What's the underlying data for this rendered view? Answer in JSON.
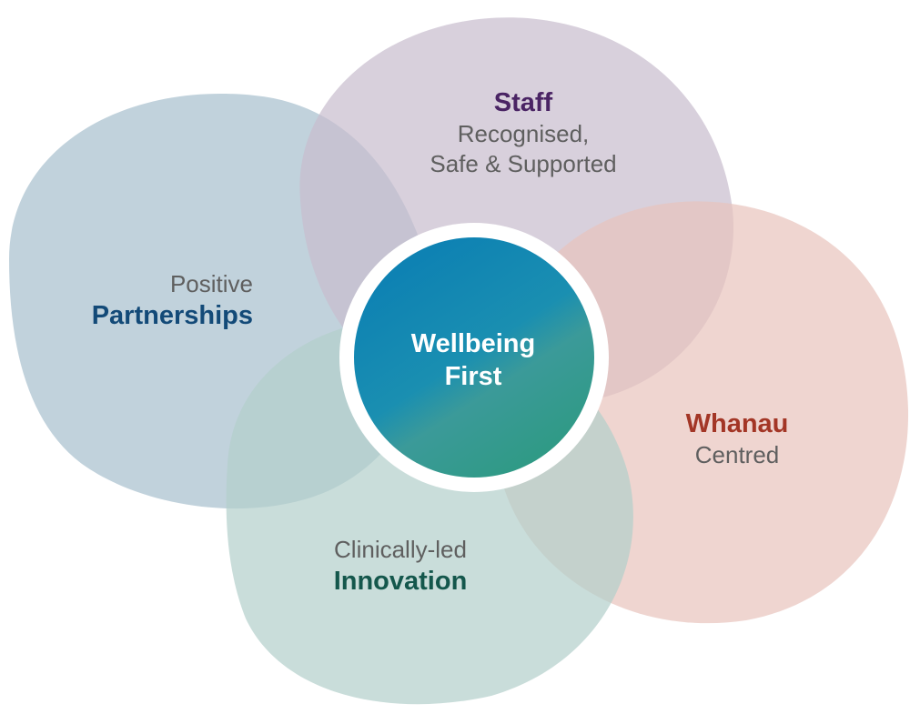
{
  "diagram": {
    "center": {
      "line1": "Wellbeing",
      "line2": "First"
    },
    "segments": {
      "staff": {
        "title": "Staff",
        "subtitle_line1": "Recognised,",
        "subtitle_line2": "Safe & Supported",
        "fill": "#c7bccd",
        "title_color": "#4a2464"
      },
      "partnerships": {
        "prefix": "Positive",
        "title": "Partnerships",
        "fill": "#a7bfcd",
        "title_color": "#134a78"
      },
      "whanau": {
        "title": "Whanau",
        "subtitle": "Centred",
        "fill": "#e8c3bc",
        "title_color": "#a33626"
      },
      "innovation": {
        "prefix": "Clinically-led",
        "title": "Innovation",
        "fill": "#b2cecb",
        "title_color": "#14574c"
      }
    },
    "center_gradient": [
      "#0e82b3",
      "#1a8fb1",
      "#3b9a99",
      "#2e9a83"
    ]
  }
}
